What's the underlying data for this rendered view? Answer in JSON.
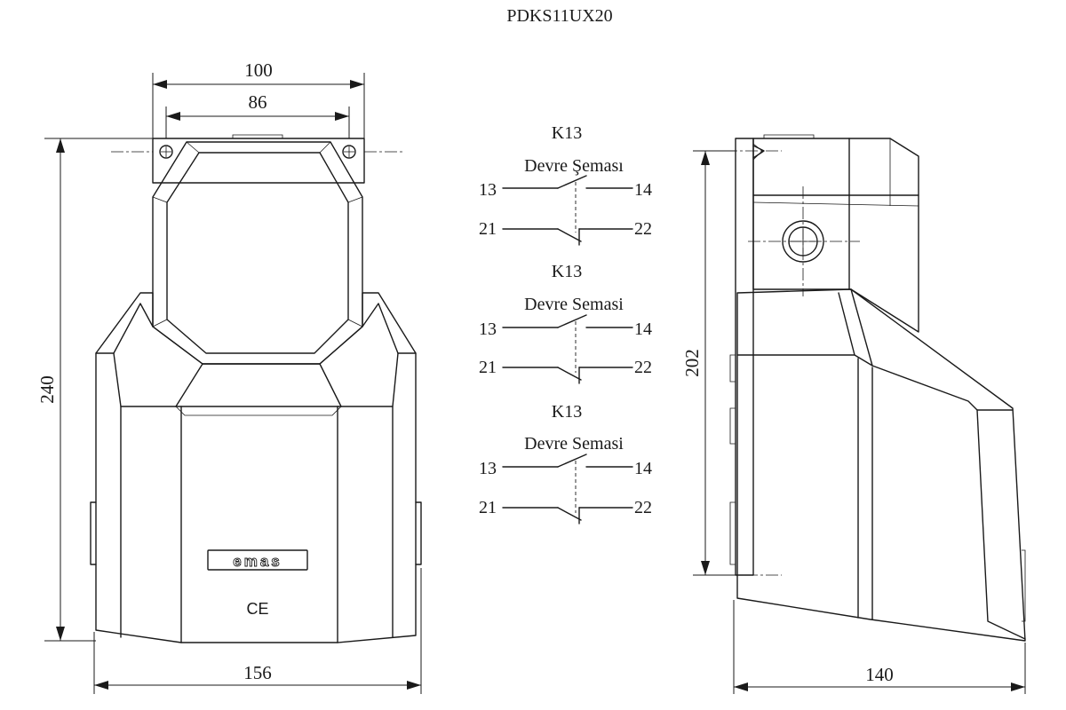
{
  "title": "PDKS11UX20",
  "front_view": {
    "dim_top_outer": "100",
    "dim_top_inner": "86",
    "dim_height": "240",
    "dim_width": "156",
    "logo_text": "emas",
    "ce_mark": "CE"
  },
  "side_view": {
    "dim_height": "202",
    "dim_depth": "140"
  },
  "circuits": [
    {
      "heading": "K13",
      "subtitle": "Devre Şeması",
      "no_left": "13",
      "no_right": "14",
      "nc_left": "21",
      "nc_right": "22"
    },
    {
      "heading": "K13",
      "subtitle": "Devre Semasi",
      "no_left": "13",
      "no_right": "14",
      "nc_left": "21",
      "nc_right": "22"
    },
    {
      "heading": "K13",
      "subtitle": "Devre Semasi",
      "no_left": "13",
      "no_right": "14",
      "nc_left": "21",
      "nc_right": "22"
    }
  ]
}
